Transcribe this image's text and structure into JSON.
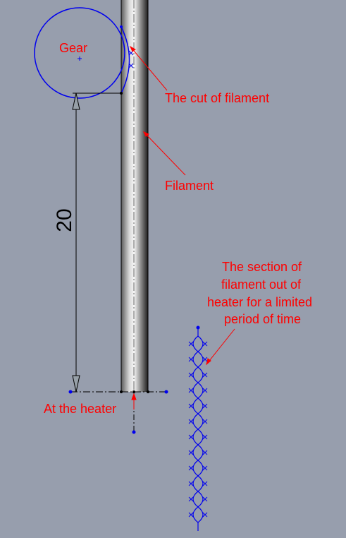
{
  "labels": {
    "gear": "Gear",
    "cut": "The cut of filament",
    "filament": "Filament",
    "section_lines": [
      "The section of",
      "filament out of",
      "heater for a limited",
      "period of time"
    ],
    "heater": "At the heater"
  },
  "dimension": {
    "value": "20"
  },
  "colors": {
    "background": "#979ead",
    "sketch_blue": "#0000ee",
    "annotation_red": "#ff0000",
    "dimension_black": "#000000"
  },
  "icons": [
    "gear-circle",
    "arrow-icon",
    "x-marker-icon",
    "origin-plus-icon",
    "dimension-arrowhead-icon"
  ]
}
